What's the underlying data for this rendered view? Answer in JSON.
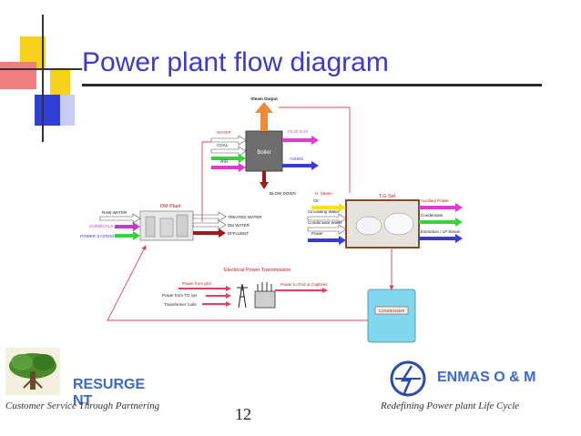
{
  "slide": {
    "title": "Power plant flow diagram",
    "page_number": "12"
  },
  "footer": {
    "left_brand": "RESURGE NT",
    "left_tagline": "Customer Service Through Partnering",
    "right_brand": "ENMAS O & M",
    "right_tagline": "Redefining Power plant Life Cycle"
  },
  "diagram": {
    "boiler": {
      "label": "Boiler",
      "steam_output": "Steam Output",
      "water": "WATER",
      "coal": "COAL",
      "air": "AIR",
      "flue_gas": "FLUE GAS",
      "ashes": "ASHES",
      "blow_down": "BLOW DOWN"
    },
    "dm_plant": {
      "title": "DM Plant",
      "raw_water": "RAW WATER",
      "chemicals": "CHEMICALS",
      "power_system": "POWER SYSTEM",
      "treated_water": "TREATED WATER",
      "dm_water": "DM WATER",
      "effluent": "EFFLUENT"
    },
    "tg_set": {
      "title": "T.G Set",
      "hp_steam": "H. Steam",
      "oil": "Oil",
      "circulating_water": "Circulating Water",
      "condensate_water": "Condensate Water",
      "power": "Power",
      "auxiliary_power": "Auxiliary Power",
      "condensate": "Condensate",
      "extraction": "Extraction / LP Steam"
    },
    "transmission": {
      "title": "Electrical Power Transmission",
      "from_grid": "Power from grid",
      "from_tg": "Power from TG sys",
      "transformer": "Transformer Coils",
      "to_grid": "Power to Grid or Captives"
    },
    "condenser": {
      "label": "CONDENSER"
    }
  }
}
